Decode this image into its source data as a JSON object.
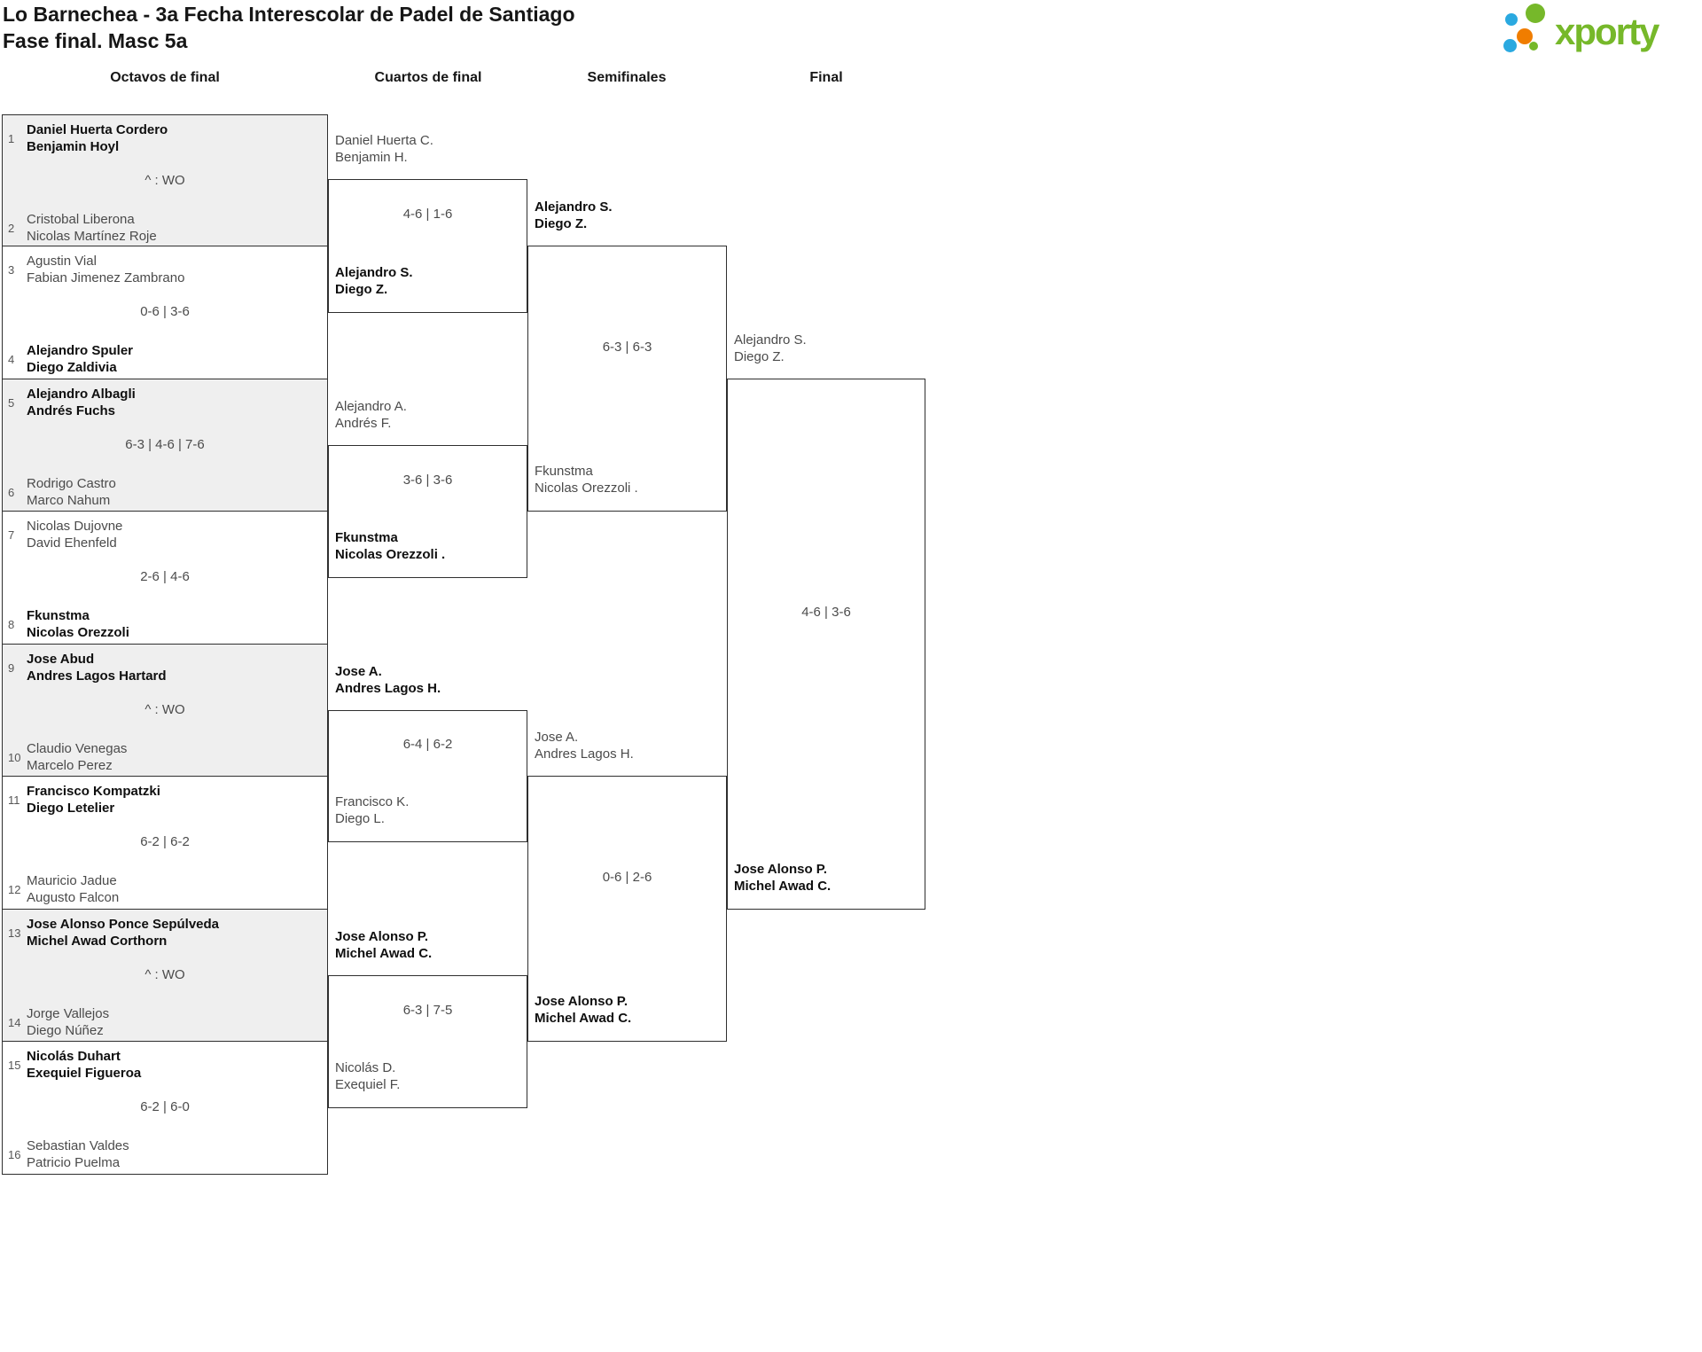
{
  "title": {
    "line1": "Lo Barnechea - 3a Fecha Interescolar de Padel de Santiago",
    "line2": "Fase final. Masc 5a"
  },
  "logo": {
    "text": "xporty",
    "green": "#76b82a",
    "blue": "#2aa9e0",
    "orange": "#f07d00"
  },
  "colors": {
    "box_border": "#2f2f2f",
    "shaded_match": "#efefef",
    "winner_text": "#0f0f0f",
    "regular_text": "#4b4b4b"
  },
  "round_headers": [
    "Octavos de final",
    "Cuartos de final",
    "Semifinales",
    "Final"
  ],
  "octavos": [
    {
      "seed_top": "1",
      "team_top": [
        "Daniel Huerta Cordero",
        "Benjamin Hoyl"
      ],
      "score": "^ : WO",
      "seed_bottom": "2",
      "team_bottom": [
        "Cristobal Liberona",
        "Nicolas Martínez Roje"
      ],
      "winner": "top"
    },
    {
      "seed_top": "3",
      "team_top": [
        "Agustin Vial",
        "Fabian Jimenez Zambrano"
      ],
      "score": "0-6 | 3-6",
      "seed_bottom": "4",
      "team_bottom": [
        "Alejandro Spuler",
        "Diego Zaldivia"
      ],
      "winner": "bottom"
    },
    {
      "seed_top": "5",
      "team_top": [
        "Alejandro Albagli",
        "Andrés Fuchs"
      ],
      "score": "6-3 | 4-6 | 7-6",
      "seed_bottom": "6",
      "team_bottom": [
        "Rodrigo Castro",
        "Marco Nahum"
      ],
      "winner": "top"
    },
    {
      "seed_top": "7",
      "team_top": [
        "Nicolas Dujovne",
        "David Ehenfeld"
      ],
      "score": "2-6 | 4-6",
      "seed_bottom": "8",
      "team_bottom": [
        "Fkunstma",
        "Nicolas Orezzoli"
      ],
      "winner": "bottom"
    },
    {
      "seed_top": "9",
      "team_top": [
        "Jose Abud",
        "Andres Lagos Hartard"
      ],
      "score": "^ : WO",
      "seed_bottom": "10",
      "team_bottom": [
        "Claudio Venegas",
        "Marcelo Perez"
      ],
      "winner": "top"
    },
    {
      "seed_top": "11",
      "team_top": [
        "Francisco Kompatzki",
        "Diego Letelier"
      ],
      "score": "6-2 | 6-2",
      "seed_bottom": "12",
      "team_bottom": [
        "Mauricio Jadue",
        "Augusto Falcon"
      ],
      "winner": "top"
    },
    {
      "seed_top": "13",
      "team_top": [
        "Jose Alonso Ponce Sepúlveda",
        "Michel Awad Corthorn"
      ],
      "score": "^ : WO",
      "seed_bottom": "14",
      "team_bottom": [
        "Jorge Vallejos",
        "Diego Núñez"
      ],
      "winner": "top"
    },
    {
      "seed_top": "15",
      "team_top": [
        "Nicolás Duhart",
        "Exequiel Figueroa"
      ],
      "score": "6-2 | 6-0",
      "seed_bottom": "16",
      "team_bottom": [
        "Sebastian Valdes",
        "Patricio Puelma"
      ],
      "winner": "top"
    }
  ],
  "cuartos": [
    {
      "team_top": [
        "Daniel Huerta C.",
        "Benjamin H."
      ],
      "score": "4-6 | 1-6",
      "team_bottom": [
        "Alejandro S.",
        "Diego Z."
      ],
      "winner": "bottom"
    },
    {
      "team_top": [
        "Alejandro A.",
        "Andrés F."
      ],
      "score": "3-6 | 3-6",
      "team_bottom": [
        "Fkunstma",
        "Nicolas Orezzoli ."
      ],
      "winner": "bottom"
    },
    {
      "team_top": [
        "Jose A.",
        "Andres Lagos H."
      ],
      "score": "6-4 | 6-2",
      "team_bottom": [
        "Francisco K.",
        "Diego L."
      ],
      "winner": "top"
    },
    {
      "team_top": [
        "Jose Alonso P.",
        "Michel Awad C."
      ],
      "score": "6-3 | 7-5",
      "team_bottom": [
        "Nicolás D.",
        "Exequiel F."
      ],
      "winner": "top"
    }
  ],
  "semifinales": [
    {
      "team_top": [
        "Alejandro S.",
        "Diego Z."
      ],
      "score": "6-3 | 6-3",
      "team_bottom": [
        "Fkunstma",
        "Nicolas Orezzoli ."
      ],
      "winner": "top"
    },
    {
      "team_top": [
        "Jose A.",
        "Andres Lagos H."
      ],
      "score": "0-6 | 2-6",
      "team_bottom": [
        "Jose Alonso P.",
        "Michel Awad C."
      ],
      "winner": "bottom"
    }
  ],
  "final": [
    {
      "team_top": [
        "Alejandro S.",
        "Diego Z."
      ],
      "score": "4-6 | 3-6",
      "team_bottom": [
        "Jose Alonso P.",
        "Michel Awad C."
      ],
      "winner": "bottom"
    }
  ]
}
